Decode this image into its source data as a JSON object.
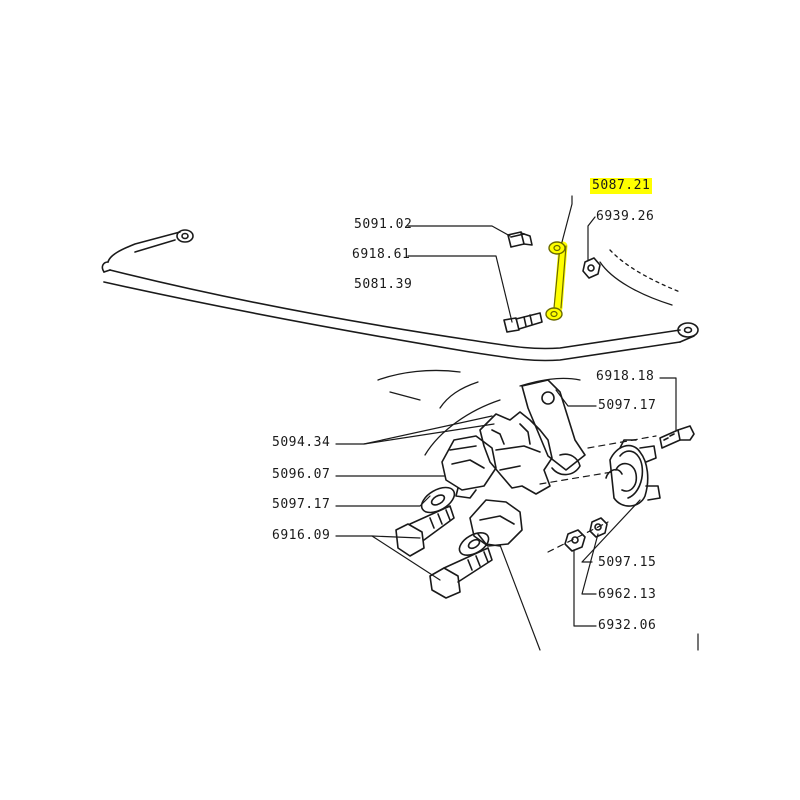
{
  "highlight_color": "#ffff00",
  "part_labels": {
    "p5087_21": "5087.21",
    "p5091_02": "5091.02",
    "p6939_26": "6939.26",
    "p6918_61": "6918.61",
    "p5081_39": "5081.39",
    "p6918_18": "6918.18",
    "p5097_17_top": "5097.17",
    "p5094_34": "5094.34",
    "p5096_07": "5096.07",
    "p5097_17_left": "5097.17",
    "p6916_09": "6916.09",
    "p5097_15": "5097.15",
    "p6962_13": "6962.13",
    "p6932_06": "6932.06"
  },
  "highlighted_part": "5087.21"
}
